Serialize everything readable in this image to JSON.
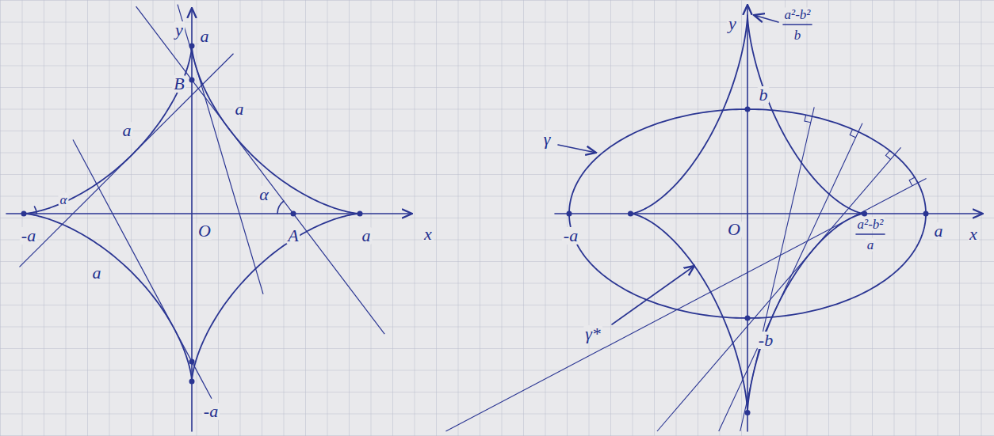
{
  "diagram": {
    "labels": [
      "y",
      "a",
      "B",
      "a",
      "a",
      "α",
      "-a",
      "O",
      "A",
      "a",
      "x",
      "a",
      "-a",
      "α",
      "y",
      "a²-b²",
      "b",
      "b",
      "γ",
      "-a",
      "O",
      "a²-b²",
      "a",
      "a",
      "x",
      "γ*",
      "-b"
    ]
  }
}
